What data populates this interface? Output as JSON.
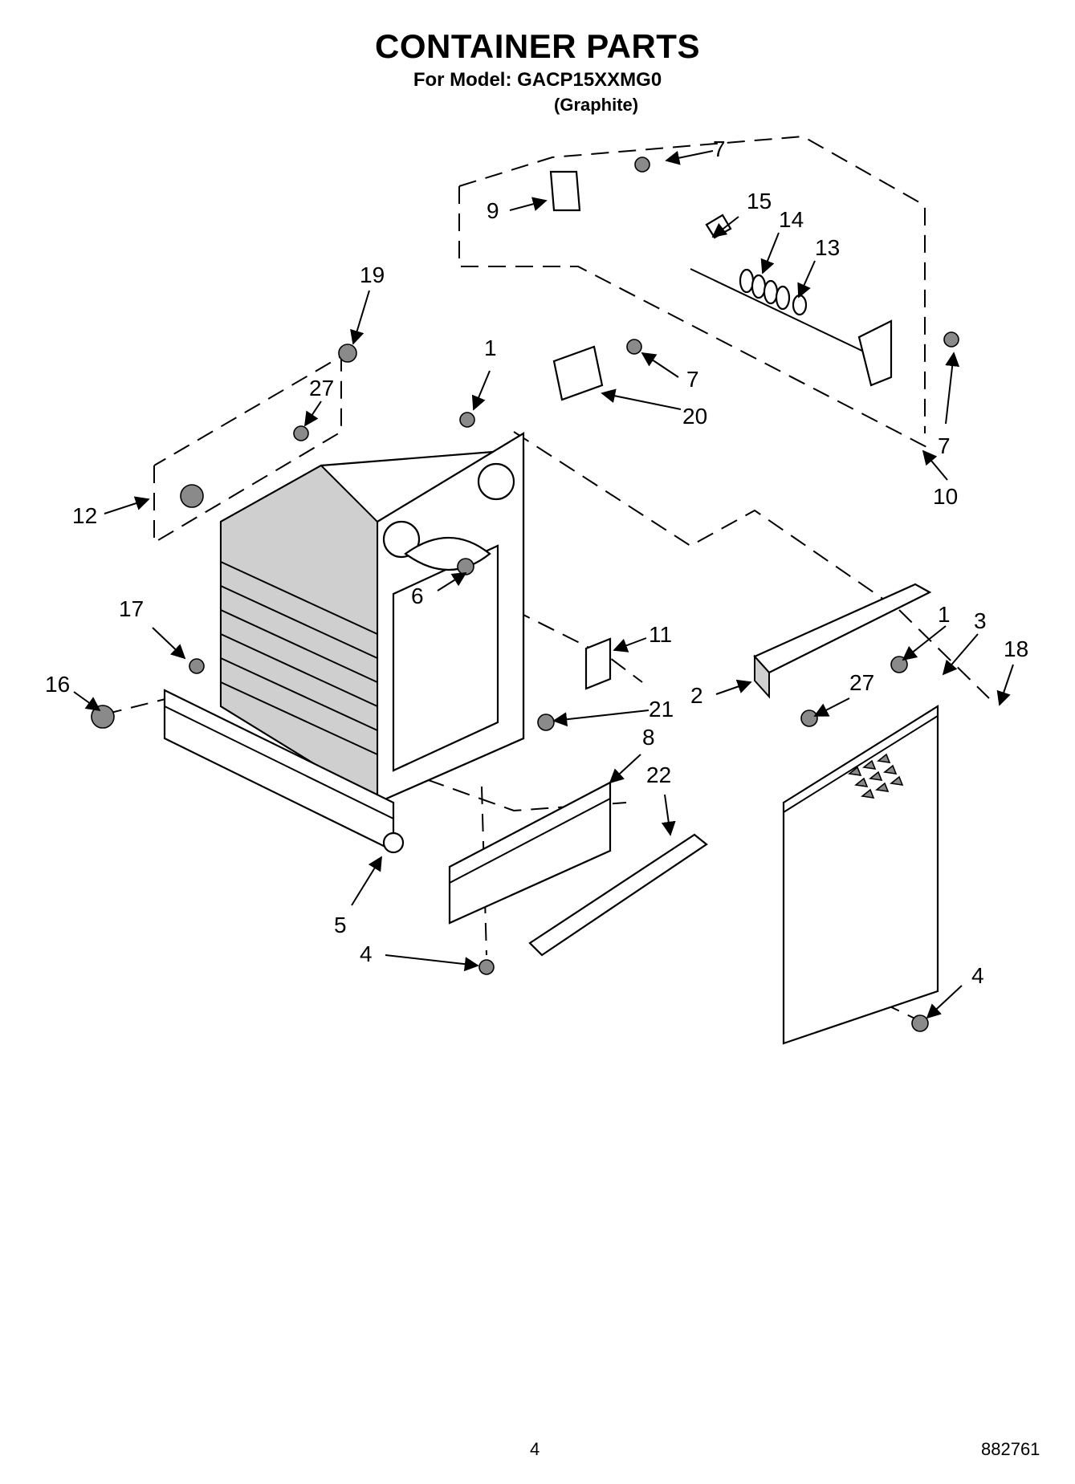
{
  "header": {
    "title": "CONTAINER PARTS",
    "model_line": "For Model: GACP15XXMG0",
    "variant": "(Graphite)"
  },
  "callouts": [
    "7",
    "9",
    "15",
    "14",
    "13",
    "19",
    "1",
    "27",
    "7",
    "20",
    "12",
    "7",
    "10",
    "6",
    "11",
    "17",
    "16",
    "2",
    "1",
    "3",
    "18",
    "27",
    "21",
    "8",
    "22",
    "5",
    "4",
    "4"
  ],
  "footer": {
    "page_number": "4",
    "document_number": "882761"
  }
}
